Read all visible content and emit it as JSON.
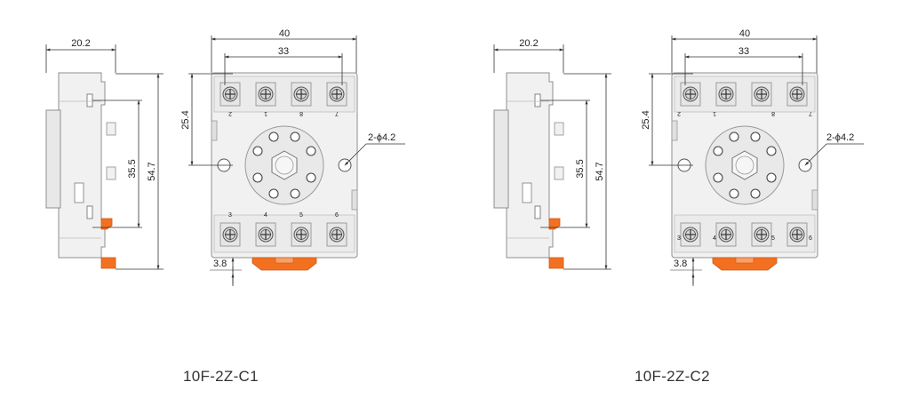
{
  "palette": {
    "outline": "#9a9a9a",
    "body": "#f1f1f1",
    "body_dark": "#e2e2e2",
    "dim": "#333333",
    "clip": "#f37021"
  },
  "left": {
    "model": "10F-2Z-C1",
    "side_view": {
      "dim_depth": "20.2",
      "dim_height": "54.7",
      "dim_hole_span": "35.5"
    },
    "front_view": {
      "dim_width": "40",
      "dim_terminal_span": "33",
      "dim_hole_offset": "25.4",
      "dim_clip": "3.8",
      "hole_callout": "2-ϕ4.2",
      "top_terminal_labels": [
        "2",
        "1",
        "8",
        "7"
      ],
      "bottom_terminal_labels": [
        "3",
        "4",
        "5",
        "6"
      ]
    }
  },
  "right": {
    "model": "10F-2Z-C2",
    "side_view": {
      "dim_depth": "20.2",
      "dim_height": "54.7",
      "dim_hole_span": "35.5"
    },
    "front_view": {
      "dim_width": "40",
      "dim_terminal_span": "33",
      "dim_hole_offset": "25.4",
      "dim_clip": "3.8",
      "hole_callout": "2-ϕ4.2",
      "top_terminal_labels": [
        "2",
        "1",
        "8",
        "7"
      ],
      "bottom_terminal_labels": [
        "3",
        "4",
        "5",
        "6"
      ]
    }
  }
}
